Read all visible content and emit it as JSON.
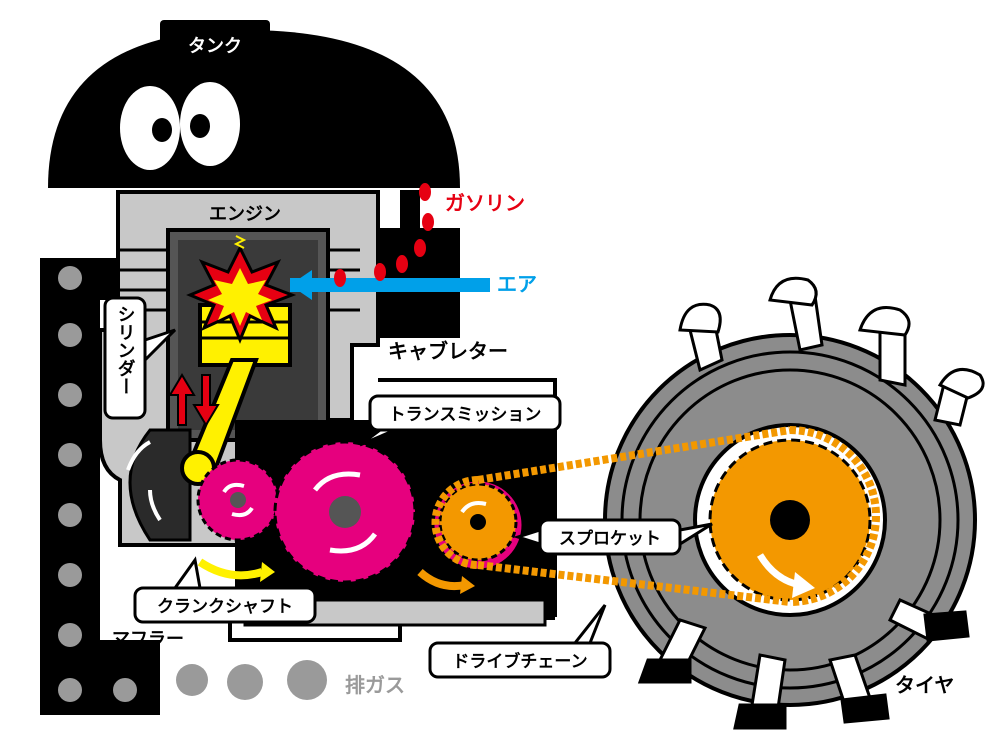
{
  "labels": {
    "tank": "タンク",
    "engine": "エンジン",
    "gasoline": "ガソリン",
    "air": "エア",
    "carburetor": "キャブレター",
    "cylinder": "シリンダー",
    "transmission": "トランスミッション",
    "sprocket": "スプロケット",
    "crankshaft": "クランクシャフト",
    "muffler": "マフラー",
    "drive_chain": "ドライブチェーン",
    "exhaust": "排ガス",
    "tire": "タイヤ"
  },
  "colors": {
    "black": "#000000",
    "gray_engine": "#c8c8c8",
    "dark_gray": "#555555",
    "tire_gray": "#8c8c8c",
    "magenta": "#e6007e",
    "orange": "#f39800",
    "yellow": "#fff100",
    "red": "#e60012",
    "blue": "#00a0e9",
    "gasoline_red": "#e60012",
    "exhaust_gray": "#9a9a9a"
  },
  "icons": [
    "explosion-icon",
    "up-down-arrow-icon",
    "rotation-arrow-icon",
    "eye-icon",
    "glove-icon",
    "shoe-icon"
  ]
}
